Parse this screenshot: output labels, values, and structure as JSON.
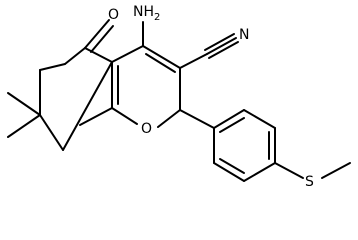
{
  "atoms": {
    "amino": "NH",
    "amino_sub": "2",
    "ketone_oxygen": "O",
    "nitrile_nitrogen": "N",
    "ring_oxygen": "O",
    "sulfur": "S"
  },
  "colors": {
    "bond": "#000000",
    "label": "#000000",
    "background": "#ffffff"
  }
}
